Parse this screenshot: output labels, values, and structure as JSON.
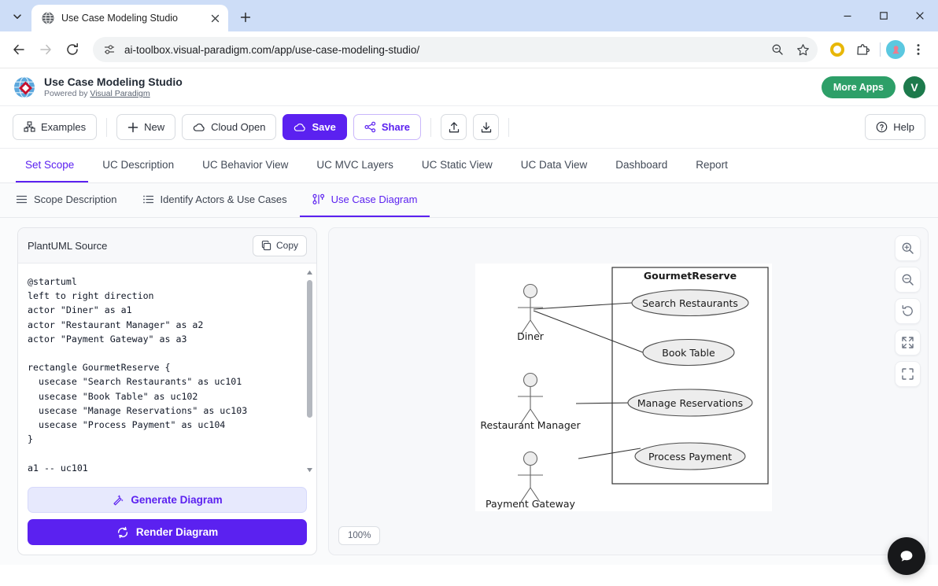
{
  "browser": {
    "tab": {
      "title": "Use Case Modeling Studio",
      "favicon_icon": "globe-icon",
      "close_icon": "close-icon"
    },
    "new_tab_icon": "plus-icon",
    "tab_list_icon": "chevron-down-icon",
    "window": {
      "minimize_icon": "minimize-icon",
      "maximize_icon": "maximize-icon",
      "close_icon": "close-icon"
    },
    "nav": {
      "back_icon": "arrow-left-icon",
      "forward_icon": "arrow-right-icon",
      "reload_icon": "reload-icon"
    },
    "omnibox": {
      "url": "ai-toolbox.visual-paradigm.com/app/use-case-modeling-studio/",
      "site_info_icon": "tune-icon",
      "zoom_icon": "search-minus-icon",
      "bookmark_icon": "star-icon"
    },
    "toolbar_icons": [
      "circle-badge-icon",
      "extensions-icon",
      "profile-avatar-icon",
      "kebab-menu-icon"
    ]
  },
  "app_header": {
    "logo_icon": "visual-paradigm-globe-icon",
    "title": "Use Case Modeling Studio",
    "powered_prefix": "Powered by ",
    "powered_link": "Visual Paradigm",
    "more_apps_label": "More Apps",
    "avatar_initial": "V",
    "brand_green": "#2d9f68",
    "accent_purple": "#5b21f0"
  },
  "toolbar": {
    "examples_label": "Examples",
    "examples_icon": "grid-icon",
    "new_label": "New",
    "new_icon": "plus-icon",
    "cloud_open_label": "Cloud Open",
    "cloud_open_icon": "cloud-icon",
    "save_label": "Save",
    "save_icon": "cloud-icon",
    "share_label": "Share",
    "share_icon": "share-nodes-icon",
    "upload_icon": "upload-icon",
    "download_icon": "download-icon",
    "help_label": "Help",
    "help_icon": "question-circle-icon"
  },
  "main_tabs": [
    {
      "label": "Set Scope",
      "active": true
    },
    {
      "label": "UC Description",
      "active": false
    },
    {
      "label": "UC Behavior View",
      "active": false
    },
    {
      "label": "UC MVC Layers",
      "active": false
    },
    {
      "label": "UC Static View",
      "active": false
    },
    {
      "label": "UC Data View",
      "active": false
    },
    {
      "label": "Dashboard",
      "active": false
    },
    {
      "label": "Report",
      "active": false
    }
  ],
  "sub_tabs": [
    {
      "label": "Scope Description",
      "icon": "lines-icon",
      "active": false
    },
    {
      "label": "Identify Actors & Use Cases",
      "icon": "list-icon",
      "active": false
    },
    {
      "label": "Use Case Diagram",
      "icon": "diagram-icon",
      "active": true
    }
  ],
  "source_panel": {
    "title": "PlantUML Source",
    "copy_label": "Copy",
    "copy_icon": "copy-icon",
    "code": "@startuml\nleft to right direction\nactor \"Diner\" as a1\nactor \"Restaurant Manager\" as a2\nactor \"Payment Gateway\" as a3\n\nrectangle GourmetReserve {\n  usecase \"Search Restaurants\" as uc101\n  usecase \"Book Table\" as uc102\n  usecase \"Manage Reservations\" as uc103\n  usecase \"Process Payment\" as uc104\n}\n\na1 -- uc101",
    "generate_label": "Generate Diagram",
    "generate_icon": "magic-wand-icon",
    "render_label": "Render Diagram",
    "render_icon": "refresh-icon"
  },
  "diagram_tools": [
    {
      "name": "zoom-in-icon",
      "title": "Zoom In"
    },
    {
      "name": "zoom-out-icon",
      "title": "Zoom Out"
    },
    {
      "name": "reset-icon",
      "title": "Reset"
    },
    {
      "name": "fit-screen-icon",
      "title": "Fit to Screen"
    },
    {
      "name": "fullscreen-icon",
      "title": "Fullscreen"
    }
  ],
  "zoom_level": "100%",
  "chat_icon": "chat-bubble-icon",
  "diagram": {
    "system_boundary_label": "GourmetReserve",
    "actors": [
      {
        "label": "Diner"
      },
      {
        "label": "Restaurant Manager"
      },
      {
        "label": "Payment Gateway"
      }
    ],
    "use_cases": [
      {
        "label": "Search Restaurants"
      },
      {
        "label": "Book Table"
      },
      {
        "label": "Manage Reservations"
      },
      {
        "label": "Process Payment"
      }
    ],
    "associations": [
      {
        "from": "Diner",
        "to": "Search Restaurants"
      },
      {
        "from": "Diner",
        "to": "Book Table"
      },
      {
        "from": "Restaurant Manager",
        "to": "Manage Reservations"
      },
      {
        "from": "Payment Gateway",
        "to": "Process Payment"
      }
    ],
    "ellipse_fill": "#ededed",
    "ellipse_stroke": "#4d4d4d"
  }
}
